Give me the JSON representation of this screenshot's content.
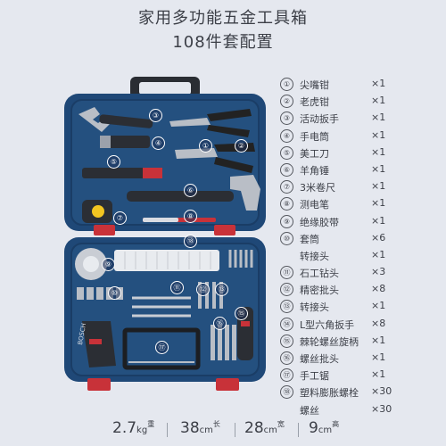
{
  "title": "家用多功能五金工具箱",
  "subtitle": "108件套配置",
  "callouts": {
    "c1": "①",
    "c2": "②",
    "c3": "③",
    "c4": "④",
    "c5": "⑤",
    "c6": "⑥",
    "c7": "⑦",
    "c8": "⑧",
    "c9": "⑨",
    "c10": "⑩",
    "c11": "⑪",
    "c12": "⑫",
    "c13": "⑬",
    "c15": "⑮",
    "c16": "⑯",
    "c17": "⑰",
    "c18": "⑱"
  },
  "brand_label": "BOSCH",
  "items": [
    {
      "num": "①",
      "name": "尖嘴钳",
      "qty": "×1"
    },
    {
      "num": "②",
      "name": "老虎钳",
      "qty": "×1"
    },
    {
      "num": "③",
      "name": "活动扳手",
      "qty": "×1"
    },
    {
      "num": "④",
      "name": "手电筒",
      "qty": "×1"
    },
    {
      "num": "⑤",
      "name": "美工刀",
      "qty": "×1"
    },
    {
      "num": "⑥",
      "name": "羊角锤",
      "qty": "×1"
    },
    {
      "num": "⑦",
      "name": "3米卷尺",
      "qty": "×1"
    },
    {
      "num": "⑧",
      "name": "测电笔",
      "qty": "×1"
    },
    {
      "num": "⑨",
      "name": "绝缘胶带",
      "qty": "×1"
    },
    {
      "num": "⑩",
      "name": "套筒",
      "qty": "×6"
    },
    {
      "num": "",
      "name": "转接头",
      "qty": "×1"
    },
    {
      "num": "⑪",
      "name": "石工钻头",
      "qty": "×3"
    },
    {
      "num": "⑫",
      "name": "精密批头",
      "qty": "×8"
    },
    {
      "num": "⑬",
      "name": "转接头",
      "qty": "×1"
    },
    {
      "num": "⑭",
      "name": "L型六角扳手",
      "qty": "×8"
    },
    {
      "num": "⑮",
      "name": "棘轮螺丝旋柄",
      "qty": "×1"
    },
    {
      "num": "⑯",
      "name": "螺丝批头",
      "qty": "×1"
    },
    {
      "num": "⑰",
      "name": "手工锯",
      "qty": "×1"
    },
    {
      "num": "⑱",
      "name": "塑料膨胀螺栓",
      "qty": "×30"
    },
    {
      "num": "",
      "name": "螺丝",
      "qty": "×30"
    }
  ],
  "specs": {
    "weight_value": "2.7",
    "weight_unit": "kg",
    "weight_label": "重",
    "length_value": "38",
    "length_unit": "cm",
    "length_label": "长",
    "width_value": "28",
    "width_unit": "cm",
    "width_label": "宽",
    "height_value": "9",
    "height_unit": "cm",
    "height_label": "高"
  }
}
